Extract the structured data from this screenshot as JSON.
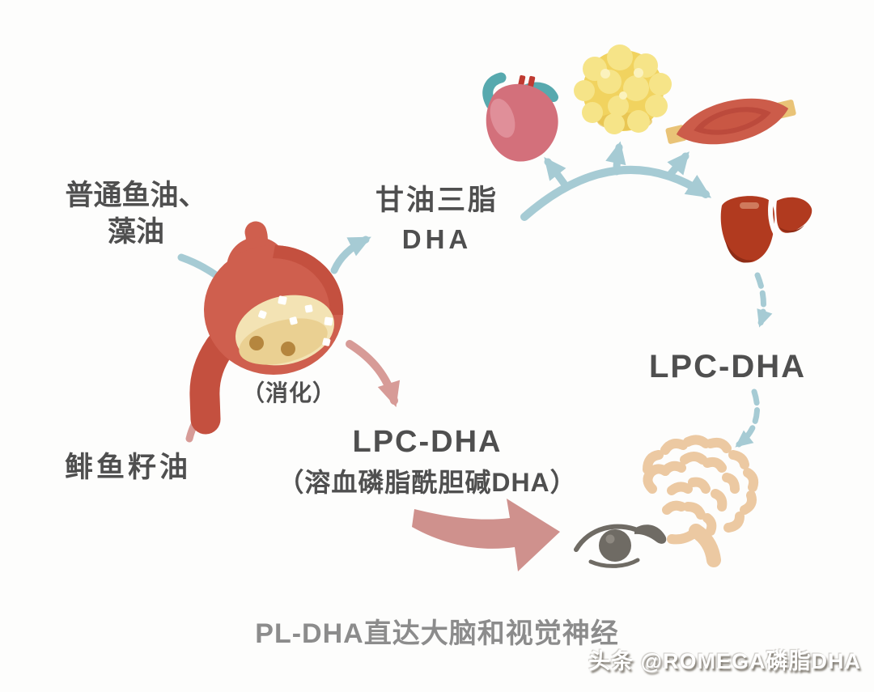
{
  "labels": {
    "ordinary_fish_oil_line1": "普通鱼油、",
    "ordinary_fish_oil_line2": "藻油",
    "tg_dha_line1": "甘油三脂",
    "tg_dha_line2": "DHA",
    "digestion": "（消化）",
    "herring_roe_oil": "鲱鱼籽油",
    "lpc_dha_center_line1": "LPC-DHA",
    "lpc_dha_center_line2": "（溶血磷脂酰胆碱DHA）",
    "lpc_dha_right": "LPC-DHA",
    "caption": "PL-DHA直达大脑和视觉神经",
    "watermark": "头条 @ROMEGA磷脂DHA"
  },
  "icons": {
    "stomach": "stomach-icon",
    "heart": "heart-icon",
    "adipose_tissue": "adipose-tissue-icon",
    "muscle": "muscle-icon",
    "liver": "liver-icon",
    "brain": "brain-icon",
    "eye": "eye-icon"
  },
  "colors": {
    "background": "#fdfdfc",
    "text_dark": "#4f4f4f",
    "text_gray": "#8c8c8c",
    "arrow_blue": "#a6cbd4",
    "arrow_pink": "#d79b97",
    "arrow_big_pink": "#cf918d",
    "stomach_red": "#cf5f4e",
    "stomach_dark_red": "#c4503f",
    "stomach_content_cream": "#f3e3b4",
    "heart_rose": "#d3707b",
    "vessel_teal": "#57a9ae",
    "aorta_red": "#bf3a31",
    "fat_yellow": "#f1d35f",
    "muscle_red": "#cc5c4a",
    "tendon_tan": "#e9c377",
    "liver_red": "#b13a1f",
    "brain_tan": "#ecc9a2",
    "eye_gray": "#6f6b64"
  }
}
